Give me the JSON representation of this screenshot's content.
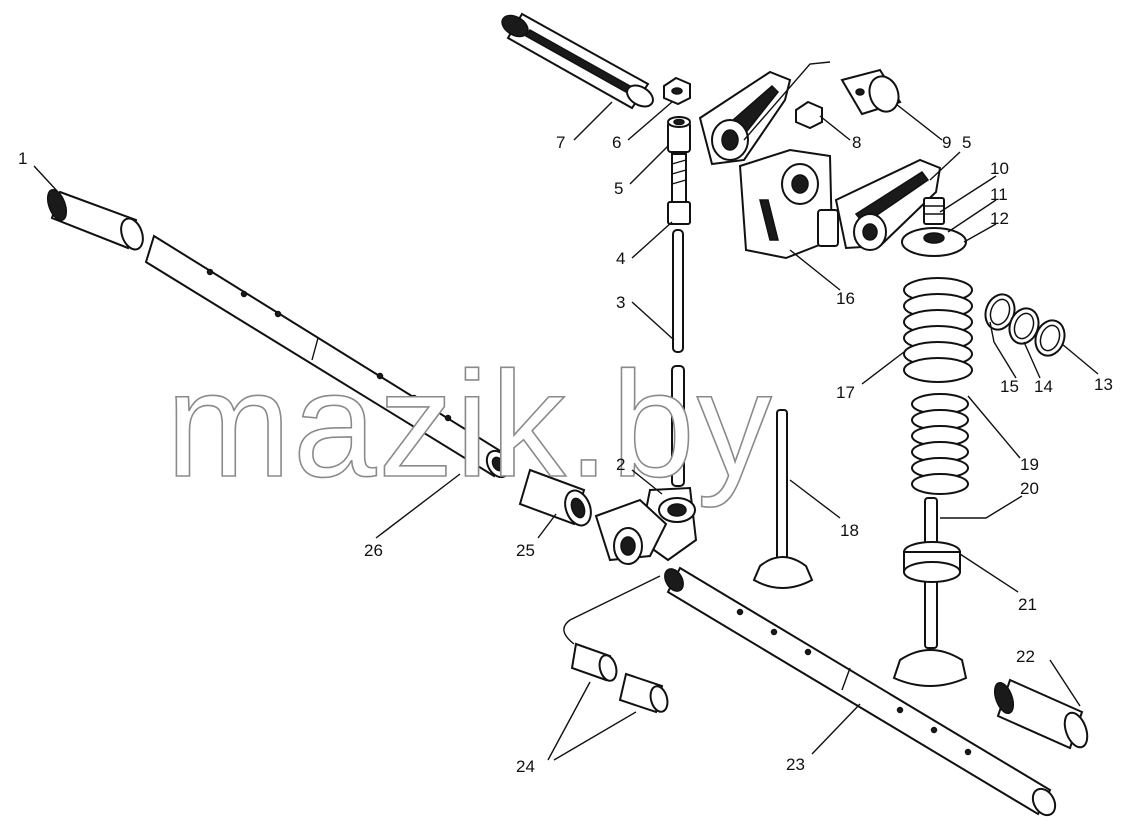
{
  "watermark": "mazik.by",
  "callouts": [
    {
      "id": "c1",
      "text": "1"
    },
    {
      "id": "c7",
      "text": "7"
    },
    {
      "id": "c6",
      "text": "6"
    },
    {
      "id": "c5a",
      "text": "5"
    },
    {
      "id": "c4",
      "text": "4"
    },
    {
      "id": "c3",
      "text": "3"
    },
    {
      "id": "c2",
      "text": "2"
    },
    {
      "id": "c8",
      "text": "8"
    },
    {
      "id": "c9",
      "text": "9"
    },
    {
      "id": "c5b",
      "text": "5"
    },
    {
      "id": "c10",
      "text": "10"
    },
    {
      "id": "c11",
      "text": "11"
    },
    {
      "id": "c12",
      "text": "12"
    },
    {
      "id": "c16",
      "text": "16"
    },
    {
      "id": "c15",
      "text": "15"
    },
    {
      "id": "c14",
      "text": "14"
    },
    {
      "id": "c13",
      "text": "13"
    },
    {
      "id": "c17",
      "text": "17"
    },
    {
      "id": "c19",
      "text": "19"
    },
    {
      "id": "c20",
      "text": "20"
    },
    {
      "id": "c18",
      "text": "18"
    },
    {
      "id": "c21",
      "text": "21"
    },
    {
      "id": "c22",
      "text": "22"
    },
    {
      "id": "c23",
      "text": "23"
    },
    {
      "id": "c24",
      "text": "24"
    },
    {
      "id": "c25",
      "text": "25"
    },
    {
      "id": "c26",
      "text": "26"
    }
  ]
}
